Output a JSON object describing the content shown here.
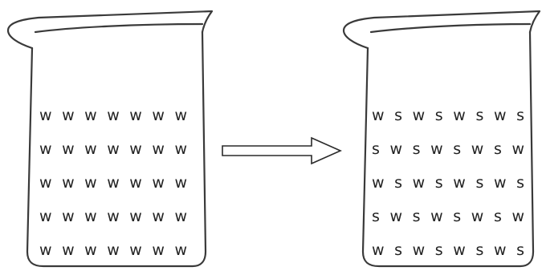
{
  "beakers": {
    "left": {
      "rows": [
        "w w w w w w w",
        "w w w w w w w",
        "w w w w w w w",
        "w w w w w w w",
        "w w w w w w w"
      ]
    },
    "right": {
      "rows": [
        "w s w s w s w s",
        "s w s w s w s w",
        "w s w s w s w s",
        "s w s w s w s w",
        "w s w s w s w s"
      ]
    }
  },
  "arrow": {
    "direction": "right",
    "style": "outline"
  },
  "colors": {
    "stroke": "#3a3a3a",
    "text": "#222222",
    "background": "#ffffff"
  }
}
